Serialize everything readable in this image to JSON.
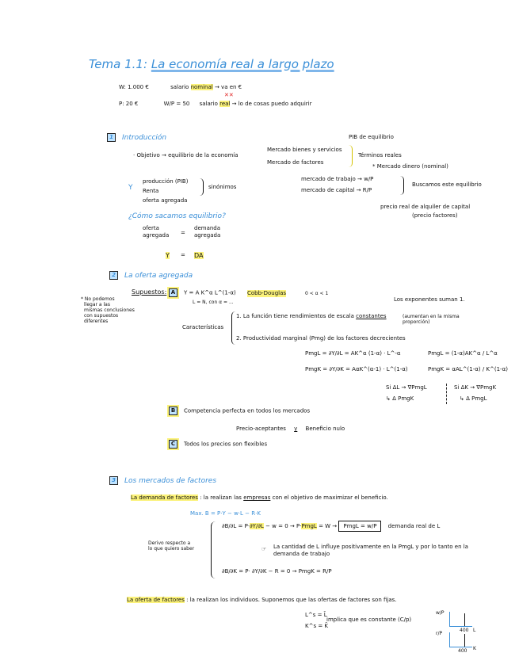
{
  "title": {
    "prefix": "Tema 1.1:",
    "text": "La economía real a largo plazo"
  },
  "intro_defs": {
    "w_label": "W: 1.000 €",
    "w_desc_a": "salario",
    "w_desc_hl": "nominal",
    "w_desc_b": "→ va en €",
    "p_label": "P: 20 €",
    "ratio": "W/P = 50",
    "p_desc_a": "salario",
    "p_desc_hl": "real",
    "p_desc_b": "→ lo de cosas puedo adquirir",
    "mark": "✕✕"
  },
  "section1": {
    "number": "1",
    "heading": "Introducción",
    "objetivo": "· Objetivo → equilibrio de la economía",
    "mercado_bienes": "Mercado bienes y servicios",
    "mercado_factores": "Mercado de factores",
    "pib_equilibrio": "PIB de equilibrio",
    "terminos_reales": "Términos reales",
    "mercado_dinero": "* Mercado dinero (nominal)",
    "mercado_trabajo": "mercado de trabajo → w/P",
    "mercado_capital": "mercado de capital → R/P",
    "buscamos": "Buscamos este equilibrio",
    "precio_real": "precio real de alquiler de capital",
    "precio_factores": "(precio factores)",
    "y_label": "Y",
    "y_items": [
      "producción (PIB)",
      "Renta",
      "oferta agregada"
    ],
    "sinonimos": "sinónimos",
    "question": "¿Cómo sacamos equilibrio?",
    "oferta": "oferta agregada",
    "eq": "=",
    "demanda": "demanda agregada",
    "y": "Y",
    "da": "DA"
  },
  "section2": {
    "number": "2",
    "heading": "La oferta agregada",
    "supuestos": "Supuestos:",
    "side_note": [
      "* No podemos",
      "llegar a las",
      "mismas conclusiones",
      "con supuestos",
      "diferentes"
    ],
    "a_label": "A",
    "formula": "Y = A K^α L^(1-α)",
    "formula_sub": "L = N, con α = ...",
    "cobb": "Cobb-Douglas",
    "alpha_range": "0 < α < 1",
    "exponentes": "Los exponentes suman 1.",
    "caracteristicas": "Características",
    "char1": "1. La función tiene rendimientos de escala",
    "char1_ul": "constantes",
    "char1_note": "(aumentan en la misma proporción)",
    "char2": "2. Productividad marginal (Pmg) de los factores decrecientes",
    "pmgl_eq": "PmgL = ∂Y/∂L = AK^α (1-α) · L^-α",
    "pmgl_res": "PmgL = (1-α)AK^α / L^α",
    "pmgk_eq": "PmgK = ∂Y/∂K = AαK^(α-1) · L^(1-α)",
    "pmgk_res": "PmgK = αAL^(1-α) / K^(1-α)",
    "si_l": "Si ΔL → ∇PmgL",
    "si_l2": "↳ Δ PmgK",
    "si_k": "Si ΔK → ∇PmgK",
    "si_k2": "↳ Δ PmgL",
    "b_label": "B",
    "b_text": "Competencia perfecta en todos los mercados",
    "b_sub_a": "Precio-aceptantes",
    "b_sub_y": "y",
    "b_sub_b": "Beneficio nulo",
    "c_label": "C",
    "c_text": "Todos los precios son flexibles"
  },
  "section3": {
    "number": "3",
    "heading": "Los mercados de factores",
    "demanda_hl": "La demanda de factores",
    "demanda_rest": ": la realizan las",
    "empresas": "empresas",
    "demanda_end": "con el objetivo de maximizar el beneficio.",
    "max": "Max. B = P·Y − w·L − R·K",
    "derivo": [
      "Derivo respecto a",
      "lo que quiero saber"
    ],
    "row1_a": "∂B/∂L = P·",
    "row1_hl": "∂Y/∂L",
    "row1_b": "− w = 0 → P·",
    "row1_hl2": "PmgL",
    "row1_c": "= W →",
    "row1_box": "PmgL = w/P",
    "row1_desc": "demanda real de L",
    "note": "La cantidad de L influye positivamente en la PmgL y por lo tanto en la demanda de trabajo",
    "note_icon": "☞",
    "row2": "∂B/∂K = P· ∂Y/∂K − R = 0 → PmgK = R/P",
    "oferta_hl": "La oferta de factores",
    "oferta_rest": ": la realizan los individuos. Suponemos que las ofertas de factores son fijas.",
    "ls": "L^s = L̄",
    "ks": "K^s = K̄",
    "implica": "implica que es constante (C/p)",
    "graph1_y": "w/P",
    "graph1_x": "L",
    "graph1_val": "400",
    "graph2_y": "r/P",
    "graph2_x": "K",
    "graph2_val": "400"
  },
  "colors": {
    "heading_blue": "#3a8fd8",
    "highlight": "#fbf27a",
    "mark_red": "#e02020"
  }
}
